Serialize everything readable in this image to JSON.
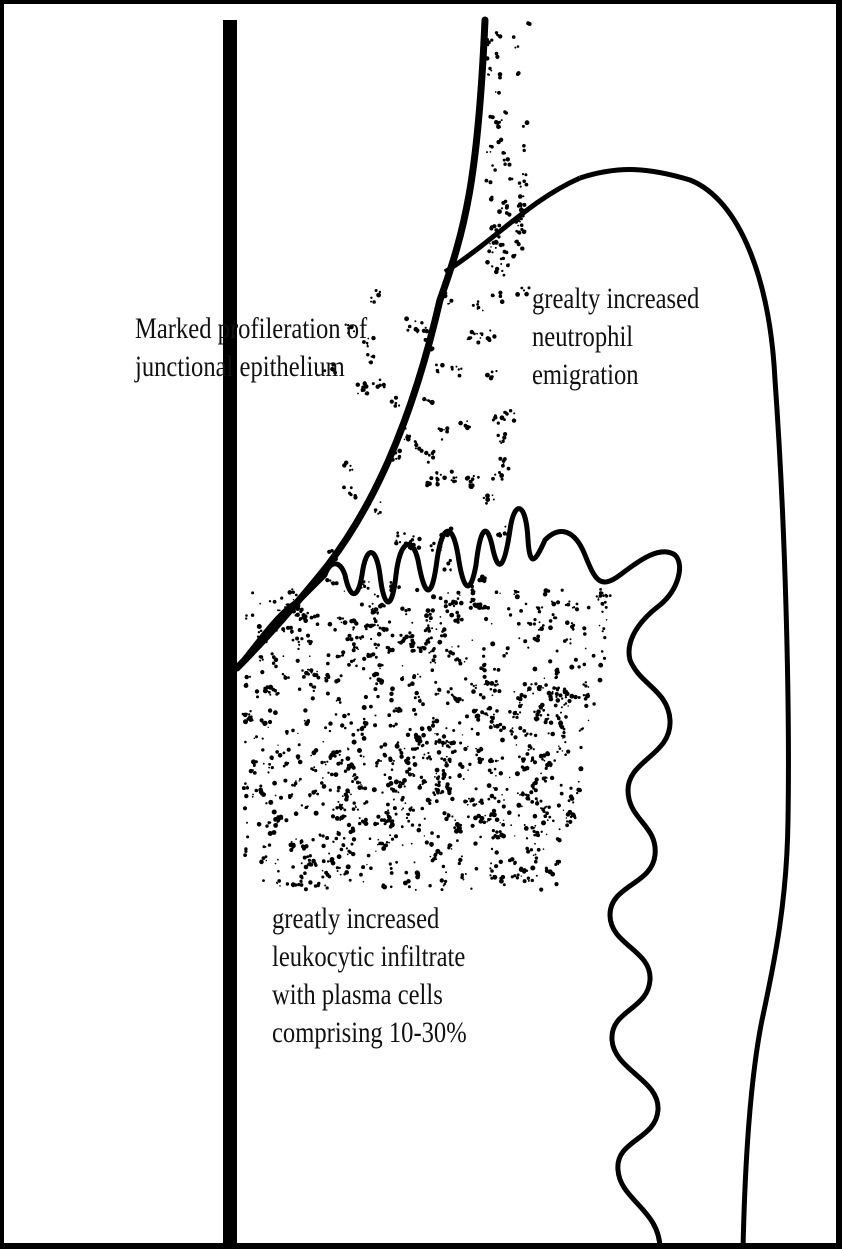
{
  "labels": {
    "junctional": {
      "line1": "Marked profileration of",
      "line2": "junctional epithelium"
    },
    "neutrophil": {
      "line1": "grealty increased",
      "line2": "neutrophil",
      "line3": "emigration"
    },
    "infiltrate": {
      "line1": "greatly increased",
      "line2": "leukocytic infiltrate",
      "line3": "with plasma cells",
      "line4": "comprising 10-30%"
    }
  },
  "colors": {
    "ink": "#000000",
    "background": "#ffffff"
  }
}
